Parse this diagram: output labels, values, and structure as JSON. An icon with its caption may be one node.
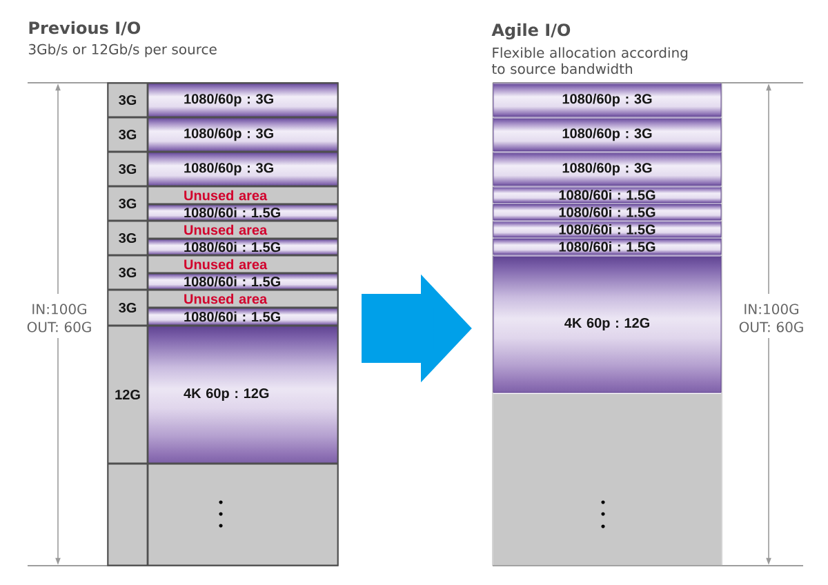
{
  "diagram": {
    "nodes": [
      {
        "text": [
          "Previous I/O",
          "3Gb/s or 12Gb/s per source"
        ]
      },
      {
        "text": [
          "3G"
        ],
        "in": 0
      },
      {
        "text": [
          "1080/60p : 3G"
        ],
        "in": 0
      },
      {
        "text": [
          "3G"
        ],
        "in": 0
      },
      {
        "text": [
          "1080/60p : 3G"
        ],
        "in": 0
      },
      {
        "text": [
          "3G"
        ],
        "in": 0
      },
      {
        "text": [
          "1080/60p : 3G"
        ],
        "in": 0
      },
      {
        "text": [
          "3G"
        ],
        "in": 0
      },
      {
        "text": [
          "Unused area"
        ],
        "in": 0
      },
      {
        "text": [
          "1080/60i : 1.5G"
        ],
        "in": 0
      },
      {
        "text": [
          "3G"
        ],
        "in": 0
      },
      {
        "text": [
          "Unused area"
        ],
        "in": 0
      },
      {
        "text": [
          "1080/60i : 1.5G"
        ],
        "in": 0
      },
      {
        "text": [
          "3G"
        ],
        "in": 0
      },
      {
        "text": [
          "Unused area"
        ],
        "in": 0
      },
      {
        "text": [
          "1080/60i : 1.5G"
        ],
        "in": 0
      },
      {
        "text": [
          "3G"
        ],
        "in": 0
      },
      {
        "text": [
          "Unused area"
        ],
        "in": 0
      },
      {
        "text": [
          "1080/60i : 1.5G"
        ],
        "in": 0
      },
      {
        "text": [
          "12G"
        ],
        "in": 0
      },
      {
        "text": [
          "4K 60p : 12G"
        ],
        "in": 0
      },
      {
        "text": [],
        "shape": "box",
        "in": 0
      },
      {
        "text": [],
        "shape": "box",
        "in": 0
      },
      {
        "text": [
          "Agile I/O",
          "Flexible allocation according to source bandwidth"
        ]
      },
      {
        "text": [
          "1080/60p : 3G"
        ],
        "in": 23
      },
      {
        "text": [
          "1080/60p : 3G"
        ],
        "in": 23
      },
      {
        "text": [
          "1080/60p : 3G"
        ],
        "in": 23
      },
      {
        "text": [
          "1080/60i : 1.5G"
        ],
        "in": 23
      },
      {
        "text": [
          "1080/60i : 1.5G"
        ],
        "in": 23
      },
      {
        "text": [
          "1080/60i : 1.5G"
        ],
        "in": 23
      },
      {
        "text": [
          "1080/60i : 1.5G"
        ],
        "in": 23
      },
      {
        "text": [
          "4K 60p : 12G"
        ],
        "in": 23
      },
      {
        "text": [],
        "shape": "box",
        "in": 23
      }
    ],
    "edges": [
      {
        "from": 0,
        "to": 23,
        "arrow": "to",
        "color": "#00a0e9"
      }
    ],
    "labels": [
      "IN:100G OUT: 60G",
      "IN:100G OUT: 60G"
    ]
  }
}
